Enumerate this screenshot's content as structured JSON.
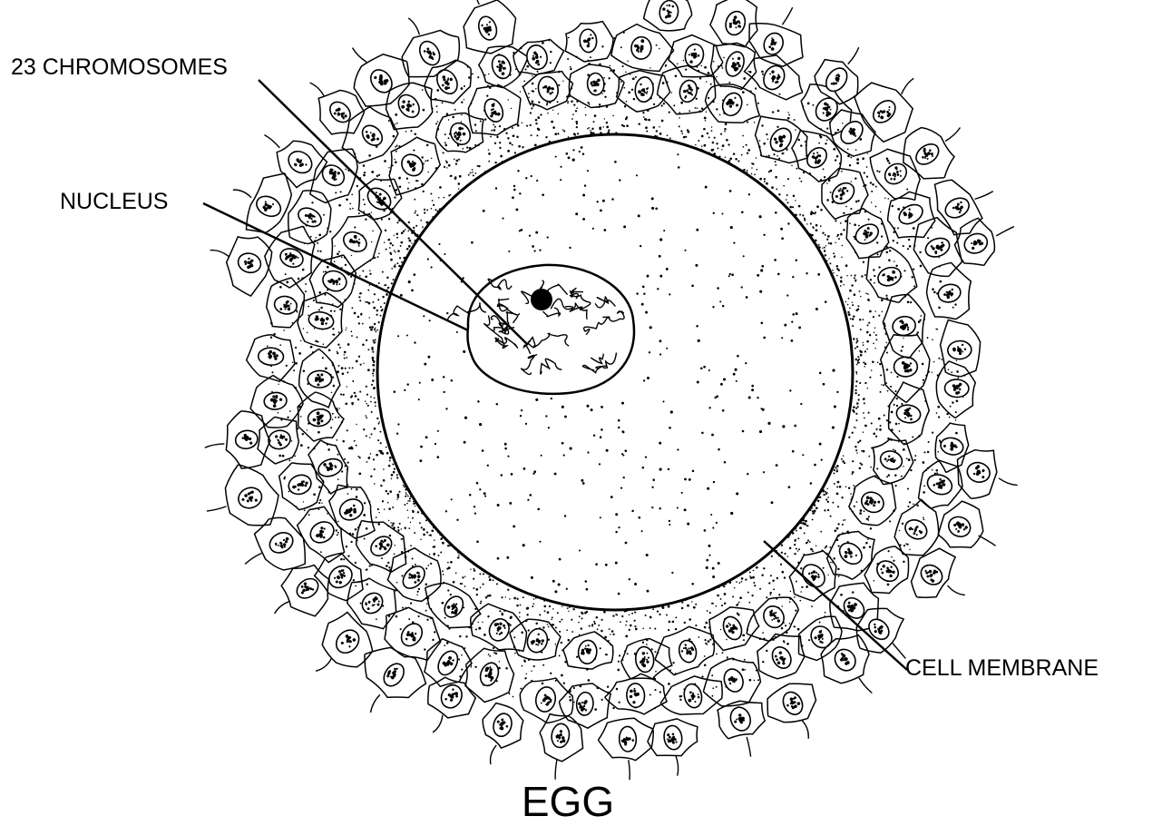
{
  "labels": {
    "chromosomes": "23 CHROMOSOMES",
    "nucleus": "NUCLEUS",
    "cell_membrane": "CELL MEMBRANE"
  },
  "title": "EGG",
  "colors": {
    "ink": "#000000",
    "background": "#ffffff"
  }
}
